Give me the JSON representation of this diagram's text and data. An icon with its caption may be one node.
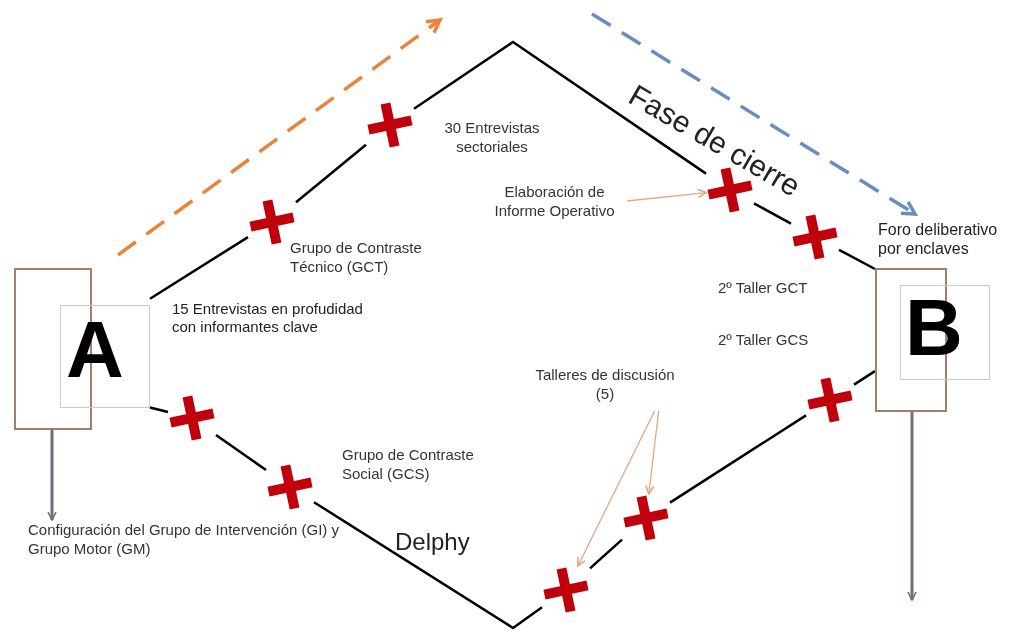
{
  "diagram": {
    "nodes": [
      {
        "text": [
          "A"
        ]
      },
      {
        "text": [
          "B"
        ]
      },
      {
        "text": [],
        "shape": "cross",
        "beside": [
          "Grupo de Contraste Técnico (GCT)"
        ]
      },
      {
        "text": [],
        "shape": "cross",
        "beside": [
          "30 Entrevistas sectoriales"
        ]
      },
      {
        "text": [],
        "shape": "cross"
      },
      {
        "text": [],
        "shape": "cross",
        "beside": [
          "2º Taller GCT"
        ]
      },
      {
        "text": [],
        "shape": "cross"
      },
      {
        "text": [],
        "shape": "cross",
        "beside": [
          "Grupo de Contraste Social (GCS)"
        ]
      },
      {
        "text": [],
        "shape": "cross"
      },
      {
        "text": [],
        "shape": "cross"
      },
      {
        "text": [],
        "shape": "cross",
        "beside": [
          "2º Taller GCS"
        ]
      },
      {
        "text": [
          "Elaboración de Informe Operativo"
        ]
      },
      {
        "text": [
          "Talleres de discusión (5)"
        ]
      },
      {
        "text": [
          "Configuración del Grupo de Intervención (GI) y Grupo Motor (GM)"
        ]
      }
    ],
    "edges": [
      {
        "from": 0,
        "to": 2,
        "arrow": "none"
      },
      {
        "from": 2,
        "to": 3,
        "arrow": "none"
      },
      {
        "from": 3,
        "to": 4,
        "arrow": "none"
      },
      {
        "from": 4,
        "to": 5,
        "arrow": "none"
      },
      {
        "from": 5,
        "to": 1,
        "arrow": "none"
      },
      {
        "from": 0,
        "to": 6,
        "arrow": "none"
      },
      {
        "from": 6,
        "to": 7,
        "arrow": "none"
      },
      {
        "from": 7,
        "to": 8,
        "arrow": "none"
      },
      {
        "from": 8,
        "to": 9,
        "arrow": "none"
      },
      {
        "from": 9,
        "to": 10,
        "arrow": "none"
      },
      {
        "from": 10,
        "to": 1,
        "arrow": "none"
      },
      {
        "from": 11,
        "to": 4,
        "arrow": "to",
        "color": "#e0a882"
      },
      {
        "from": 12,
        "to": 8,
        "arrow": "to",
        "color": "#e0a882"
      },
      {
        "from": 12,
        "to": 9,
        "arrow": "to",
        "color": "#e0a882"
      },
      {
        "from": 0,
        "to": 13,
        "arrow": "to",
        "color": "#6b7080"
      },
      {
        "from": 1,
        "to": null,
        "arrow": "to",
        "color": "#6b7080"
      }
    ],
    "labels": [
      "Fase de cierre",
      "Foro deliberativo por enclaves",
      "15 Entrevistas en profudidad con informantes clave",
      "Delphy"
    ]
  }
}
